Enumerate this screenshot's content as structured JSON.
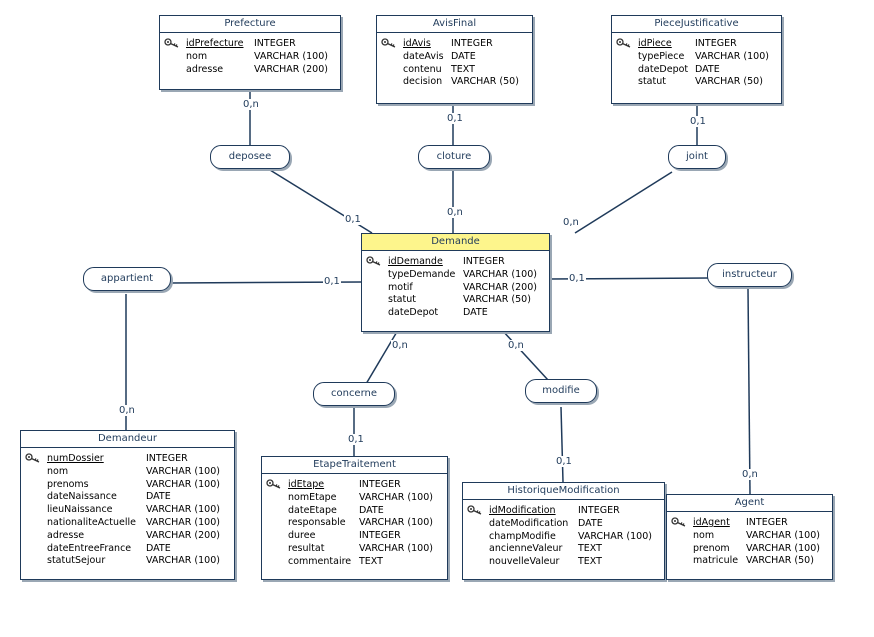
{
  "entities": {
    "prefecture": {
      "title": "Prefecture",
      "attrs": [
        {
          "name": "idPrefecture",
          "type": "INTEGER"
        },
        {
          "name": "nom",
          "type": "VARCHAR (100)"
        },
        {
          "name": "adresse",
          "type": "VARCHAR (200)"
        }
      ]
    },
    "avisfinal": {
      "title": "AvisFinal",
      "attrs": [
        {
          "name": "idAvis",
          "type": "INTEGER"
        },
        {
          "name": "dateAvis",
          "type": "DATE"
        },
        {
          "name": "contenu",
          "type": "TEXT"
        },
        {
          "name": "decision",
          "type": "VARCHAR (50)"
        }
      ]
    },
    "piece": {
      "title": "PieceJustificative",
      "attrs": [
        {
          "name": "idPiece",
          "type": "INTEGER"
        },
        {
          "name": "typePiece",
          "type": "VARCHAR (100)"
        },
        {
          "name": "dateDepot",
          "type": "DATE"
        },
        {
          "name": "statut",
          "type": "VARCHAR (50)"
        }
      ]
    },
    "demande": {
      "title": "Demande",
      "attrs": [
        {
          "name": "idDemande",
          "type": "INTEGER"
        },
        {
          "name": "typeDemande",
          "type": "VARCHAR (100)"
        },
        {
          "name": "motif",
          "type": "VARCHAR (200)"
        },
        {
          "name": "statut",
          "type": "VARCHAR (50)"
        },
        {
          "name": "dateDepot",
          "type": "DATE"
        }
      ]
    },
    "demandeur": {
      "title": "Demandeur",
      "attrs": [
        {
          "name": "numDossier",
          "type": "INTEGER"
        },
        {
          "name": "nom",
          "type": "VARCHAR (100)"
        },
        {
          "name": "prenoms",
          "type": "VARCHAR (100)"
        },
        {
          "name": "dateNaissance",
          "type": "DATE"
        },
        {
          "name": "lieuNaissance",
          "type": "VARCHAR (100)"
        },
        {
          "name": "nationaliteActuelle",
          "type": "VARCHAR (100)"
        },
        {
          "name": "adresse",
          "type": "VARCHAR (200)"
        },
        {
          "name": "dateEntreeFrance",
          "type": "DATE"
        },
        {
          "name": "statutSejour",
          "type": "VARCHAR (100)"
        }
      ]
    },
    "etape": {
      "title": "EtapeTraitement",
      "attrs": [
        {
          "name": "idEtape",
          "type": "INTEGER"
        },
        {
          "name": "nomEtape",
          "type": "VARCHAR (100)"
        },
        {
          "name": "dateEtape",
          "type": "DATE"
        },
        {
          "name": "responsable",
          "type": "VARCHAR (100)"
        },
        {
          "name": "duree",
          "type": "INTEGER"
        },
        {
          "name": "resultat",
          "type": "VARCHAR (100)"
        },
        {
          "name": "commentaire",
          "type": "TEXT"
        }
      ]
    },
    "historique": {
      "title": "HistoriqueModification",
      "attrs": [
        {
          "name": "idModification",
          "type": "INTEGER"
        },
        {
          "name": "dateModification",
          "type": "DATE"
        },
        {
          "name": "champModifie",
          "type": "VARCHAR (100)"
        },
        {
          "name": "ancienneValeur",
          "type": "TEXT"
        },
        {
          "name": "nouvelleValeur",
          "type": "TEXT"
        }
      ]
    },
    "agent": {
      "title": "Agent",
      "attrs": [
        {
          "name": "idAgent",
          "type": "INTEGER"
        },
        {
          "name": "nom",
          "type": "VARCHAR (100)"
        },
        {
          "name": "prenom",
          "type": "VARCHAR (100)"
        },
        {
          "name": "matricule",
          "type": "VARCHAR (50)"
        }
      ]
    }
  },
  "associations": {
    "deposee": "deposee",
    "cloture": "cloture",
    "joint": "joint",
    "appartient": "appartient",
    "instructeur": "instructeur",
    "concerne": "concerne",
    "modifie": "modifie"
  },
  "cardinalities": {
    "prefecture_deposee": "0,n",
    "deposee_demande": "0,1",
    "avis_cloture": "0,1",
    "cloture_demande": "0,n",
    "piece_joint": "0,1",
    "joint_demande": "0,n",
    "appartient_demande": "0,1",
    "appartient_demandeur": "0,n",
    "instructeur_demande": "0,1",
    "instructeur_agent": "0,n",
    "concerne_demande": "0,n",
    "concerne_etape": "0,1",
    "modifie_demande": "0,n",
    "modifie_historique": "0,1"
  },
  "icons": {
    "primary_key": "key-icon"
  }
}
